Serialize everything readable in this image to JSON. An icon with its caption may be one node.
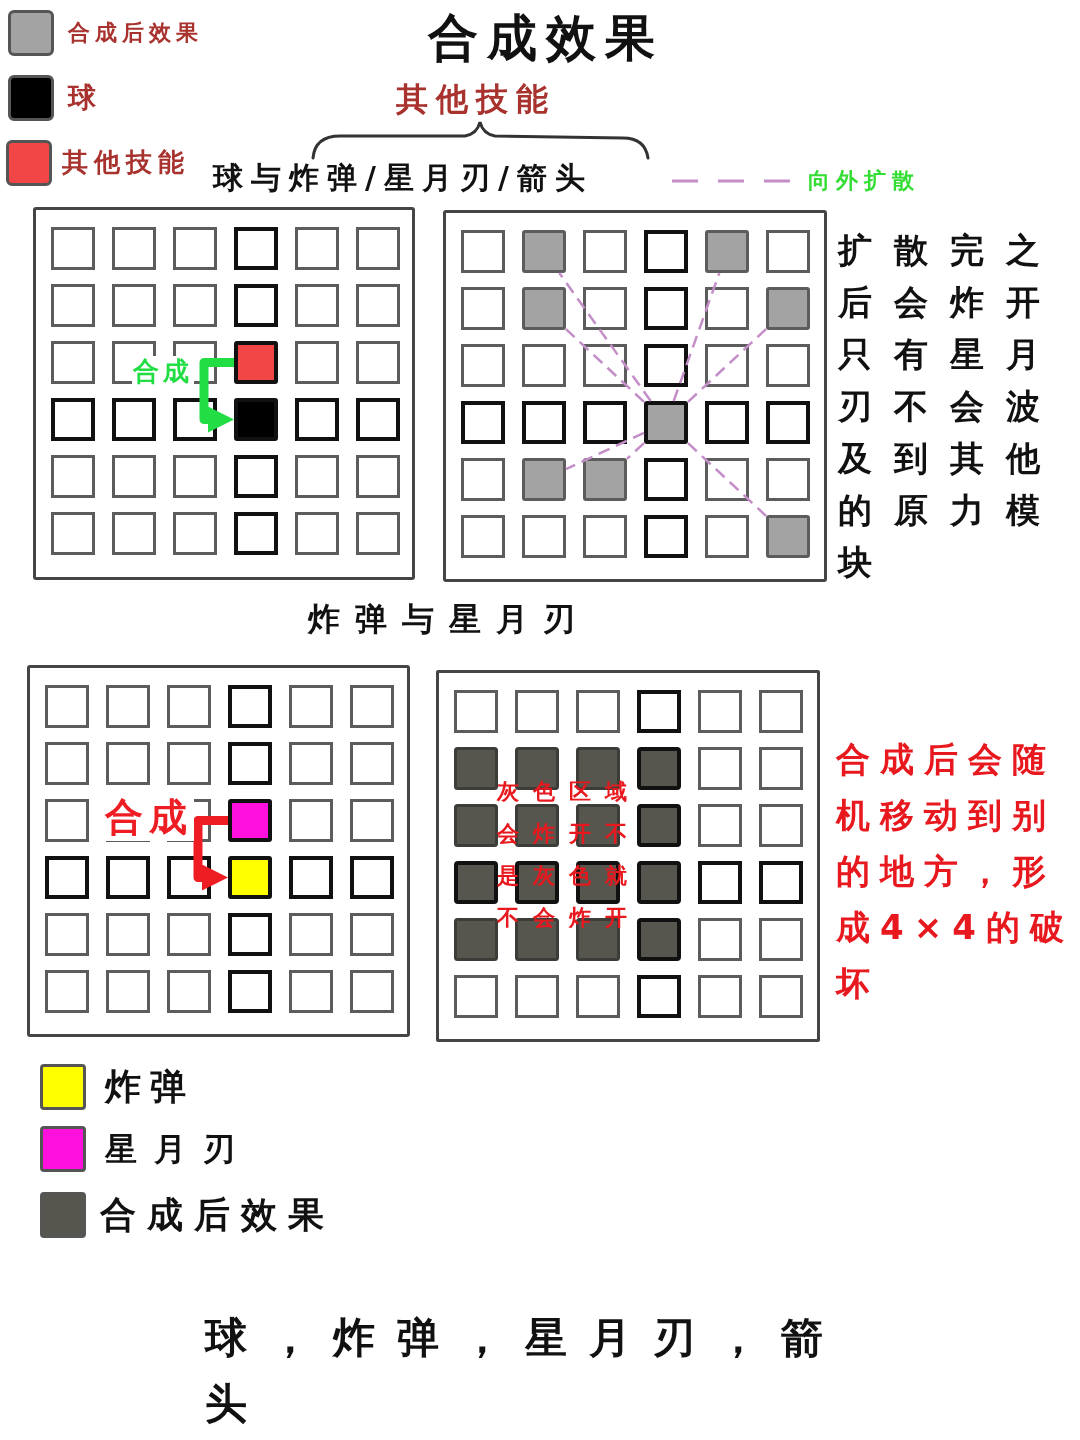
{
  "diagram": {
    "title": "合成效果",
    "nodes": [
      {
        "text": [],
        "shape": "box"
      },
      {
        "text": [],
        "shape": "box",
        "in": 0
      },
      {
        "text": [],
        "shape": "box",
        "in": 0
      },
      {
        "text": [],
        "shape": "box",
        "beside": [
          "扩散完之后会炸开只有星月刃不会波及到其他的原力模块"
        ]
      },
      {
        "text": [],
        "shape": "box",
        "in": 3
      },
      {
        "text": [],
        "shape": "box",
        "in": 3
      },
      {
        "text": [],
        "shape": "box",
        "in": 3
      },
      {
        "text": [],
        "shape": "box",
        "in": 3
      },
      {
        "text": [],
        "shape": "box",
        "in": 3
      },
      {
        "text": [],
        "shape": "box",
        "in": 3
      },
      {
        "text": [],
        "shape": "box",
        "in": 3
      },
      {
        "text": [],
        "shape": "box",
        "in": 3
      },
      {
        "text": [],
        "shape": "box"
      },
      {
        "text": [],
        "shape": "box",
        "in": 12
      },
      {
        "text": [],
        "shape": "box",
        "in": 12
      },
      {
        "text": [
          "灰色区域会炸开不是灰色就不会炸开"
        ],
        "beside": [
          "合成后会随机移动到别的地方，形成4×4的破坏"
        ]
      }
    ],
    "edges": [
      {
        "from": 1,
        "to": 2,
        "arrow": "to",
        "label": "合成",
        "style": "thick",
        "color": "#22dd44"
      },
      {
        "from": 8,
        "to": 4,
        "arrow": "none",
        "style": "dashed",
        "color": "#c48ec8"
      },
      {
        "from": 8,
        "to": 5,
        "arrow": "none",
        "style": "dashed",
        "color": "#c48ec8"
      },
      {
        "from": 8,
        "to": 6,
        "arrow": "none",
        "style": "dashed",
        "color": "#c48ec8"
      },
      {
        "from": 8,
        "to": 7,
        "arrow": "none",
        "style": "dashed",
        "color": "#c48ec8"
      },
      {
        "from": 8,
        "to": 9,
        "arrow": "none",
        "style": "dashed",
        "color": "#c48ec8"
      },
      {
        "from": 8,
        "to": 10,
        "arrow": "none",
        "style": "dashed",
        "color": "#c48ec8"
      },
      {
        "from": 8,
        "to": 11,
        "arrow": "none",
        "style": "dashed",
        "color": "#c48ec8"
      },
      {
        "from": 13,
        "to": 14,
        "arrow": "to",
        "label": "合成",
        "style": "thick",
        "color": "#ee1d23"
      }
    ],
    "labels": [
      "其他技能",
      "球与炸弹/星月刃/箭头",
      "炸弹与星月刃",
      "球，炸弹，星月刃，箭头"
    ],
    "legend": [
      {
        "text": "合成后效果",
        "color": "#a3a3a3"
      },
      {
        "text": "球",
        "color": "#000000"
      },
      {
        "text": "其他技能",
        "color": "#f24545"
      },
      {
        "text": "向外扩散"
      },
      {
        "text": "炸弹",
        "color": "#ffff00"
      },
      {
        "text": "星月刃",
        "color": "#ff10dc"
      },
      {
        "text": "合成后效果",
        "color": "#56564f"
      }
    ]
  }
}
